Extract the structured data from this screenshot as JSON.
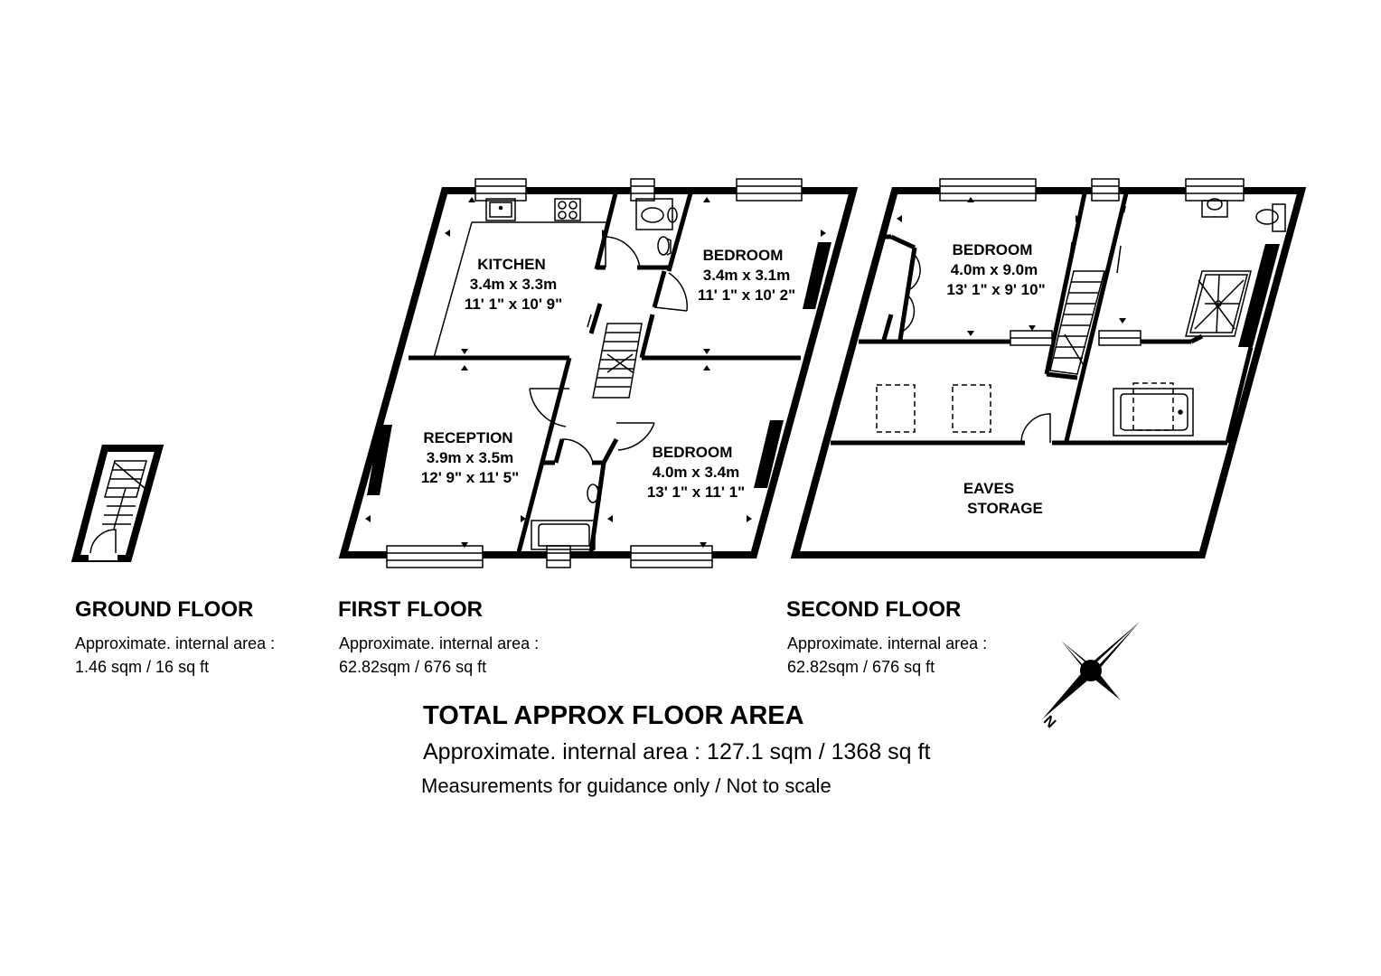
{
  "rooms": {
    "kitchen": {
      "name": "KITCHEN",
      "metric": "3.4m x 3.3m",
      "imperial": "11' 1\" x 10' 9\""
    },
    "bedroom_first_top": {
      "name": "BEDROOM",
      "metric": "3.4m x 3.1m",
      "imperial": "11' 1\" x 10' 2\""
    },
    "reception": {
      "name": "RECEPTION",
      "metric": "3.9m x 3.5m",
      "imperial": "12' 9\" x 11' 5\""
    },
    "bedroom_first_bottom": {
      "name": "BEDROOM",
      "metric": "4.0m x 3.4m",
      "imperial": "13' 1\" x 11' 1\""
    },
    "bedroom_second": {
      "name": "BEDROOM",
      "metric": "4.0m x 9.0m",
      "imperial": "13' 1\" x 9' 10\""
    },
    "eaves": {
      "line1": "EAVES",
      "line2": "STORAGE"
    }
  },
  "floors": {
    "ground": {
      "title": "GROUND FLOOR",
      "area_label": "Approximate. internal area :",
      "area_value": "1.46 sqm / 16 sq ft"
    },
    "first": {
      "title": "FIRST FLOOR",
      "area_label": "Approximate. internal area :",
      "area_value": "62.82sqm / 676 sq ft"
    },
    "second": {
      "title": "SECOND FLOOR",
      "area_label": "Approximate. internal area :",
      "area_value": "62.82sqm / 676 sq ft"
    }
  },
  "total": {
    "title": "TOTAL APPROX FLOOR AREA",
    "area": "Approximate. internal area : 127.1 sqm / 1368 sq ft",
    "disclaimer": "Measurements for guidance only / Not to scale"
  },
  "compass": {
    "north_label": "N"
  }
}
